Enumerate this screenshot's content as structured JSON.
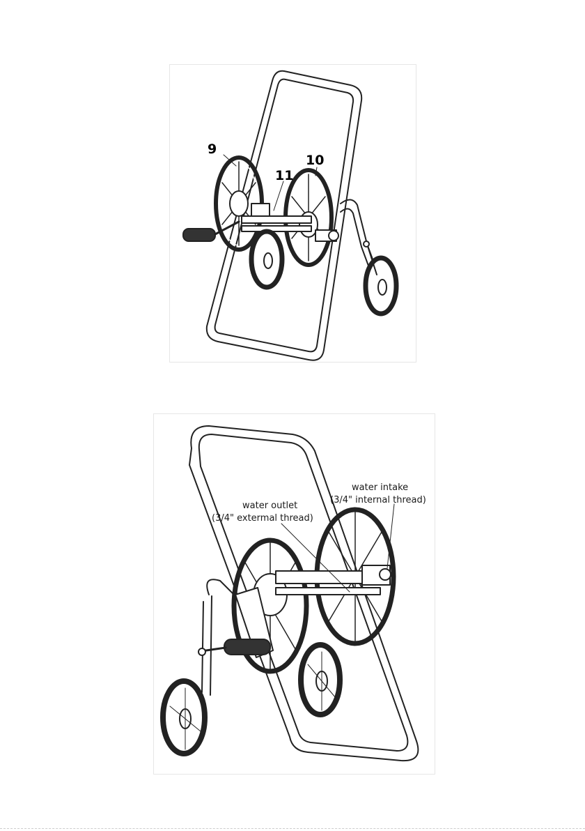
{
  "figure1": {
    "labels": {
      "part_9": "9",
      "part_10": "10",
      "part_11": "11"
    }
  },
  "figure2": {
    "labels": {
      "water_intake_line1": "water intake",
      "water_intake_line2": "(3/4\" internal thread)",
      "water_outlet_line1": "water outlet",
      "water_outlet_line2": "(3/4\" extermal thread)"
    }
  },
  "colors": {
    "line": "#222222",
    "paper": "#ffffff"
  }
}
